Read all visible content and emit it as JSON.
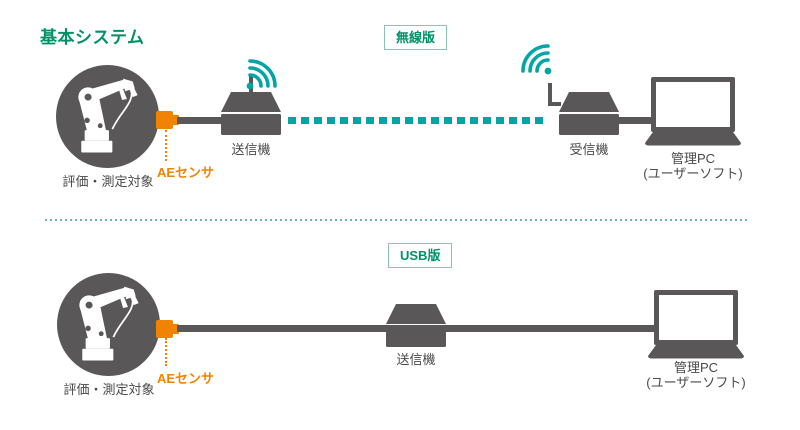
{
  "colors": {
    "dark": "#595757",
    "teal": "#00a5a5",
    "orange": "#f08300",
    "green": "#009167",
    "green-border": "#8cc5ae",
    "separator": "#6db59d",
    "label": "#4a4848"
  },
  "title": "基本システム",
  "sections": {
    "wireless": {
      "badge": "無線版",
      "target": "評価・測定対象",
      "sensor": "AEセンサ",
      "transmitter": "送信機",
      "receiver": "受信機",
      "pc": "管理PC",
      "pc_sub": "(ユーザーソフト)"
    },
    "usb": {
      "badge": "USB版",
      "target": "評価・測定対象",
      "sensor": "AEセンサ",
      "transmitter": "送信機",
      "pc": "管理PC",
      "pc_sub": "(ユーザーソフト)"
    }
  }
}
